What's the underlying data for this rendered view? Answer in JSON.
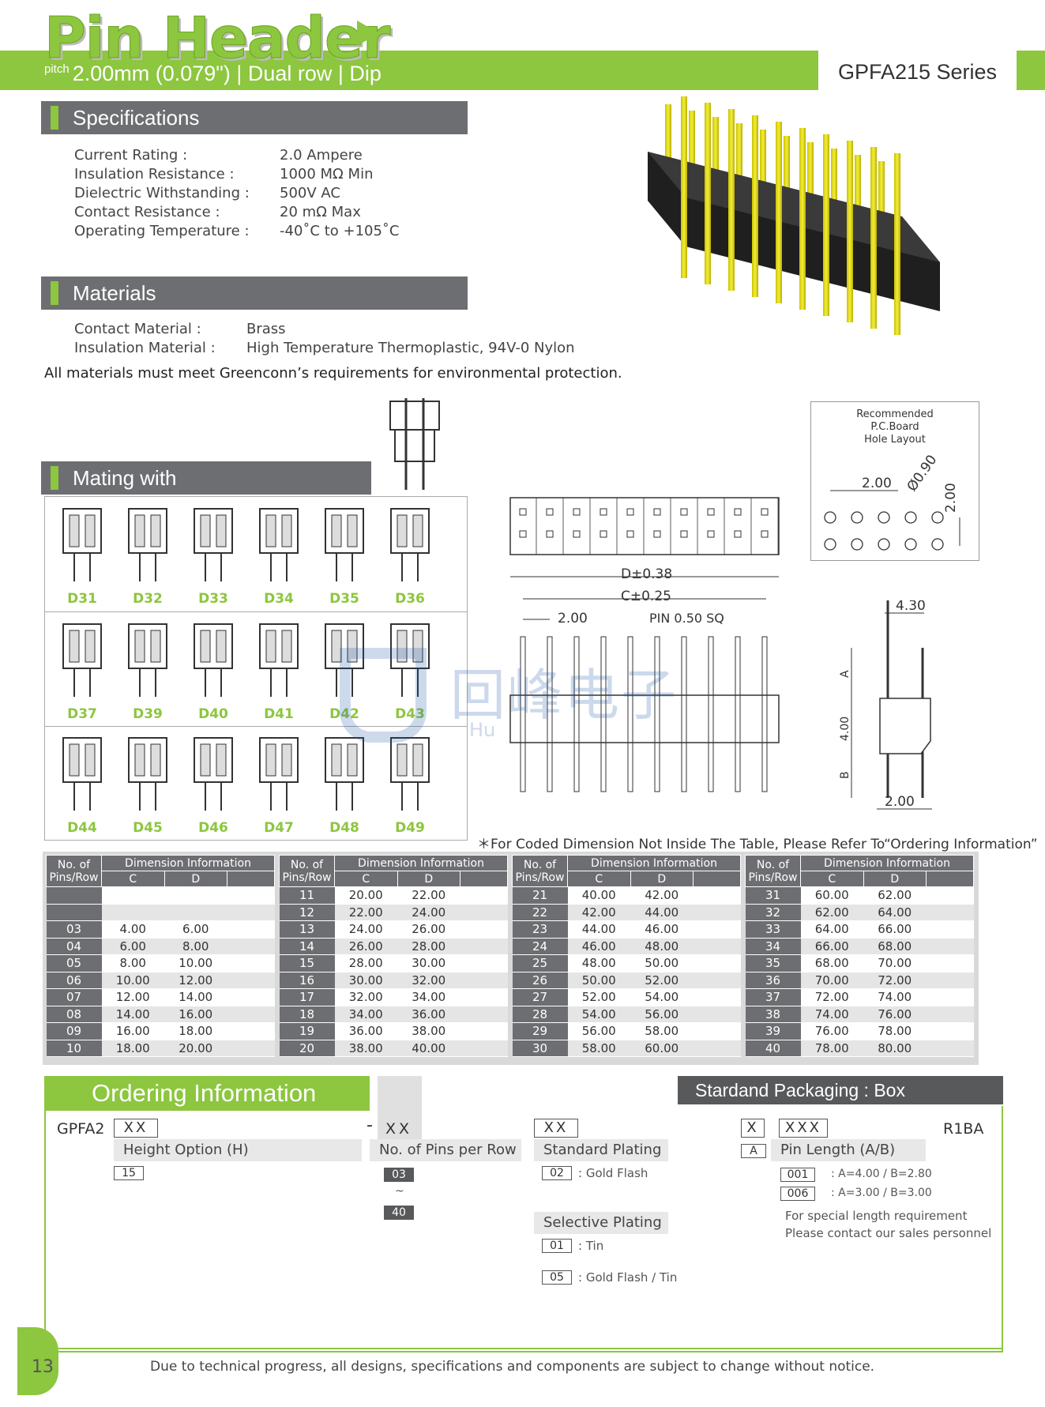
{
  "header": {
    "title": "Pin Header",
    "pitch_label": "pitch",
    "subtitle": "2.00mm (0.079\")  |  Dual row  |  Dip",
    "series": "GPFA215 Series"
  },
  "specifications": {
    "heading": "Specifications",
    "rows": [
      {
        "label": "Current Rating :",
        "value": "2.0 Ampere"
      },
      {
        "label": "Insulation Resistance :",
        "value": "1000 MΩ Min"
      },
      {
        "label": "Dielectric Withstanding :",
        "value": "500V AC"
      },
      {
        "label": "Contact Resistance :",
        "value": "20 mΩ Max"
      },
      {
        "label": "Operating Temperature :",
        "value": "-40˚C to +105˚C"
      }
    ]
  },
  "materials": {
    "heading": "Materials",
    "rows": [
      {
        "label": "Contact Material :",
        "value": "Brass"
      },
      {
        "label": "Insulation Material :",
        "value": "High Temperature Thermoplastic, 94V-0 Nylon"
      }
    ],
    "note": "All materials must meet Greenconn’s requirements for environmental protection."
  },
  "mating": {
    "heading": "Mating with",
    "items": [
      "D31",
      "D32",
      "D33",
      "D34",
      "D35",
      "D36",
      "D37",
      "D39",
      "D40",
      "D41",
      "D42",
      "D43",
      "D44",
      "D45",
      "D46",
      "D47",
      "D48",
      "D49"
    ]
  },
  "pcb": {
    "title_lines": [
      "Recommended",
      "P.C.Board",
      "Hole  Layout"
    ],
    "dim_pitch": "2.00",
    "dim_hole": "Ø0.90",
    "dim_row": "2.00"
  },
  "drawing": {
    "dim_d": "D±0.38",
    "dim_c": "C±0.25",
    "dim_pitch": "2.00",
    "pin_label": "PIN  0.50  SQ",
    "side_width": "4.30",
    "side_a": "A",
    "side_body": "4.00",
    "side_b": "B",
    "side_row": "2.00"
  },
  "watermark": {
    "cn": "回峰电子",
    "en": "Hu"
  },
  "table_note": "＊For Coded Dimension Not Inside The Table, Please Refer To“Ordering Information”",
  "dimension_table": {
    "col_pins": [
      "No. of",
      "Pins/Row"
    ],
    "col_info": "Dimension Information",
    "col_c": "C",
    "col_d": "D",
    "blocks": [
      [
        [
          "",
          "",
          " "
        ],
        [
          "",
          "",
          ""
        ],
        [
          "03",
          "4.00",
          "6.00"
        ],
        [
          "04",
          "6.00",
          "8.00"
        ],
        [
          "05",
          "8.00",
          "10.00"
        ],
        [
          "06",
          "10.00",
          "12.00"
        ],
        [
          "07",
          "12.00",
          "14.00"
        ],
        [
          "08",
          "14.00",
          "16.00"
        ],
        [
          "09",
          "16.00",
          "18.00"
        ],
        [
          "10",
          "18.00",
          "20.00"
        ]
      ],
      [
        [
          "11",
          "20.00",
          "22.00"
        ],
        [
          "12",
          "22.00",
          "24.00"
        ],
        [
          "13",
          "24.00",
          "26.00"
        ],
        [
          "14",
          "26.00",
          "28.00"
        ],
        [
          "15",
          "28.00",
          "30.00"
        ],
        [
          "16",
          "30.00",
          "32.00"
        ],
        [
          "17",
          "32.00",
          "34.00"
        ],
        [
          "18",
          "34.00",
          "36.00"
        ],
        [
          "19",
          "36.00",
          "38.00"
        ],
        [
          "20",
          "38.00",
          "40.00"
        ]
      ],
      [
        [
          "21",
          "40.00",
          "42.00"
        ],
        [
          "22",
          "42.00",
          "44.00"
        ],
        [
          "23",
          "44.00",
          "46.00"
        ],
        [
          "24",
          "46.00",
          "48.00"
        ],
        [
          "25",
          "48.00",
          "50.00"
        ],
        [
          "26",
          "50.00",
          "52.00"
        ],
        [
          "27",
          "52.00",
          "54.00"
        ],
        [
          "28",
          "54.00",
          "56.00"
        ],
        [
          "29",
          "56.00",
          "58.00"
        ],
        [
          "30",
          "58.00",
          "60.00"
        ]
      ],
      [
        [
          "31",
          "60.00",
          "62.00"
        ],
        [
          "32",
          "62.00",
          "64.00"
        ],
        [
          "33",
          "64.00",
          "66.00"
        ],
        [
          "34",
          "66.00",
          "68.00"
        ],
        [
          "35",
          "68.00",
          "70.00"
        ],
        [
          "36",
          "70.00",
          "72.00"
        ],
        [
          "37",
          "72.00",
          "74.00"
        ],
        [
          "38",
          "74.00",
          "76.00"
        ],
        [
          "39",
          "76.00",
          "78.00"
        ],
        [
          "40",
          "78.00",
          "80.00"
        ]
      ]
    ]
  },
  "ordering": {
    "heading": "Ordering Information",
    "packaging": "Stardand Packaging : Box",
    "prefix": "GPFA2",
    "code_height": "XX",
    "dash": "-",
    "code_pins": "XX",
    "code_plating": "XX",
    "code_length_a": "X",
    "code_length_b": "XXX",
    "suffix": "R1BA",
    "height_label": "Height Option (H)",
    "height_opt": "15",
    "pins_label": "No. of Pins per Row",
    "pins_from": "03",
    "pins_tilde": "~",
    "pins_to": "40",
    "std_plating_label": "Standard Plating",
    "std_plating_code": "02",
    "std_plating_desc": ": Gold Flash",
    "sel_plating_label": "Selective Plating",
    "sel_plating_1_code": "01",
    "sel_plating_1_desc": ": Tin",
    "sel_plating_2_code": "05",
    "sel_plating_2_desc": ": Gold Flash / Tin",
    "length_code_a": "A",
    "length_label": "Pin Length (A/B)",
    "length_1_code": "001",
    "length_1_desc": ": A=4.00  /  B=2.80",
    "length_2_code": "006",
    "length_2_desc": ": A=3.00  /  B=3.00",
    "special_1": "For special length requirement",
    "special_2": "Please contact our sales personnel"
  },
  "footer": {
    "page": "13",
    "notice": "Due to technical progress, all designs, specifications and components are subject to change without notice."
  }
}
